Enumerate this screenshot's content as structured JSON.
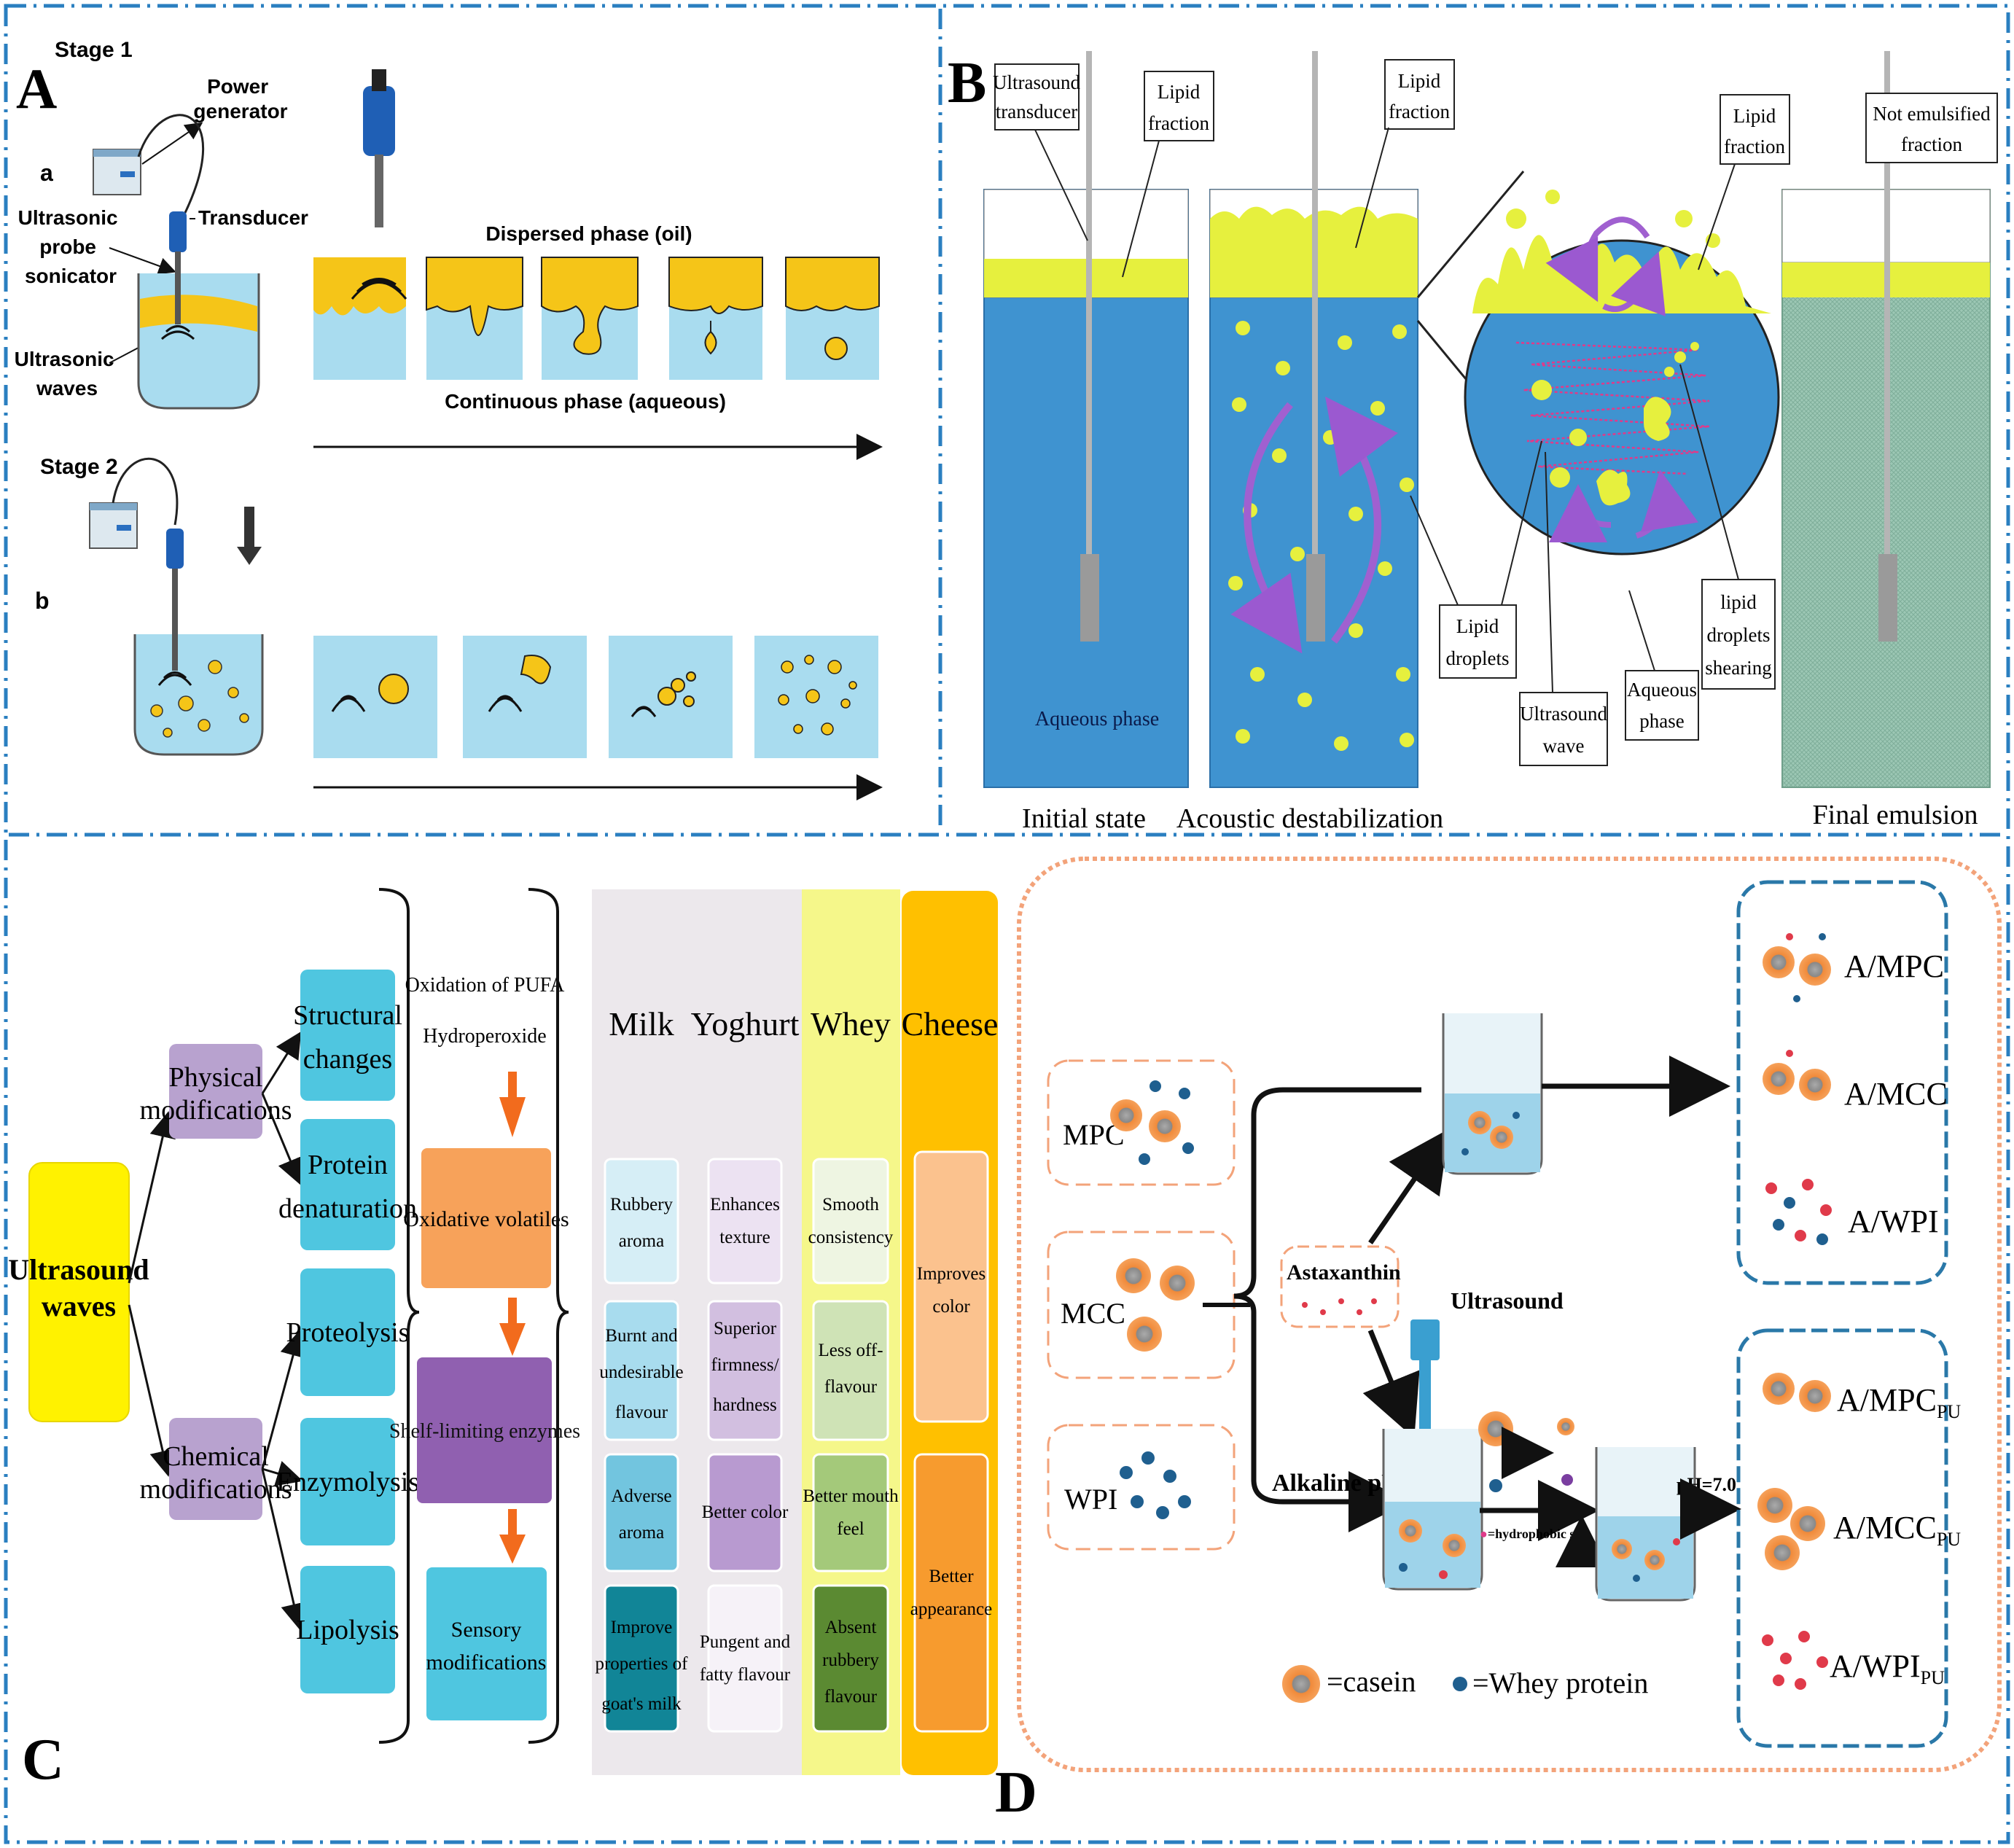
{
  "panel_letters": {
    "a": "A",
    "b": "B",
    "c": "C",
    "d": "D"
  },
  "panel_a": {
    "stage1": "Stage 1",
    "stage2": "Stage 2",
    "sub_a": "a",
    "sub_b": "b",
    "power_generator": [
      "Power",
      "generator"
    ],
    "transducer": "Transducer",
    "probe_sonicator": [
      "Ultrasonic",
      "probe",
      "sonicator"
    ],
    "ultrasonic_waves": [
      "Ultrasonic",
      "waves"
    ],
    "dispersed_phase": "Dispersed phase (oil)",
    "continuous_phase": "Continuous phase (aqueous)"
  },
  "panel_b": {
    "ultrasound_transducer": [
      "Ultrasound",
      "transducer"
    ],
    "lipid_fraction_1": [
      "Lipid",
      "fraction"
    ],
    "lipid_fraction_2": [
      "Lipid",
      "fraction"
    ],
    "lipid_fraction_3": [
      "Lipid",
      "fraction"
    ],
    "not_emulsified": [
      "Not emulsified",
      "fraction"
    ],
    "aqueous_phase_label": "Aqueous phase",
    "lipid_droplets": [
      "Lipid",
      "droplets"
    ],
    "ultrasound_wave": [
      "Ultrasound",
      "wave"
    ],
    "aqueous_phase_box": [
      "Aqueous",
      "phase"
    ],
    "droplets_shearing": [
      "lipid",
      "droplets",
      "shearing"
    ],
    "caption_initial": "Initial state",
    "caption_acoustic": "Acoustic destabilization",
    "caption_final": "Final emulsion"
  },
  "panel_c": {
    "root": [
      "Ultrasound",
      "waves"
    ],
    "physical": [
      "Physical",
      "modifications"
    ],
    "chemical": [
      "Chemical",
      "modifications"
    ],
    "structural": [
      "Structural",
      "changes"
    ],
    "denaturation": [
      "Protein",
      "denaturation"
    ],
    "proteolysis": "Proteolysis",
    "enzymolysis": "Enzymolysis",
    "lipolysis": "Lipolysis",
    "oxidation_title": [
      "Oxidation of PUFA",
      "Hydroperoxide"
    ],
    "oxidative_volatiles": "Oxidative volatiles",
    "shelf_limiting": "Shelf-limiting enzymes",
    "sensory": [
      "Sensory",
      "modifications"
    ],
    "columns": {
      "milk": {
        "title": "Milk",
        "items": [
          [
            "Rubbery",
            "aroma"
          ],
          [
            "Burnt and",
            "undesirable",
            "flavour"
          ],
          [
            "Adverse",
            "aroma"
          ],
          [
            "Improve",
            "properties of",
            "goat's milk"
          ]
        ]
      },
      "yoghurt": {
        "title": "Yoghurt",
        "items": [
          [
            "Enhances",
            "texture"
          ],
          [
            "Superior",
            "firmness/",
            "hardness"
          ],
          [
            "Better color"
          ],
          [
            "Pungent and",
            "fatty flavour"
          ]
        ]
      },
      "whey": {
        "title": "Whey",
        "items": [
          [
            "Smooth",
            "consistency"
          ],
          [
            "Less off-",
            "flavour"
          ],
          [
            "Better mouth",
            "feel"
          ],
          [
            "Absent",
            "rubbery",
            "flavour"
          ]
        ]
      },
      "cheese": {
        "title": "Cheese",
        "items": [
          [
            "Improves",
            "color"
          ],
          [
            "Better",
            "appearance"
          ]
        ]
      }
    }
  },
  "panel_d": {
    "mpc": "MPC",
    "mcc": "MCC",
    "wpi": "WPI",
    "astaxanthin": "Astaxanthin",
    "ultrasound": "Ultrasound",
    "alkaline_ph": "Alkaline pH",
    "hydrophobic_site": "=hydrophobic site",
    "ph7": "pH=7.0",
    "legend_casein": "=casein",
    "legend_whey": "=Whey protein",
    "products_top": [
      "A/MPC",
      "A/MCC",
      "A/WPI"
    ],
    "products_bottom": [
      {
        "main": "A/MPC",
        "sub": "PU"
      },
      {
        "main": "A/MCC",
        "sub": "PU"
      },
      {
        "main": "A/WPI",
        "sub": "PU"
      }
    ]
  },
  "colors": {
    "frame_dash": "#2a7fc0",
    "oil": "#f5c518",
    "water": "#a9dcef",
    "b_water": "#3f93d0",
    "b_lipid": "#e6f03e",
    "root_yellow": "#fff200",
    "purple": "#b8a2cf",
    "cyan": "#4fc6e0",
    "orange": "#f7a25a",
    "d_frame": "#f3a37a"
  }
}
